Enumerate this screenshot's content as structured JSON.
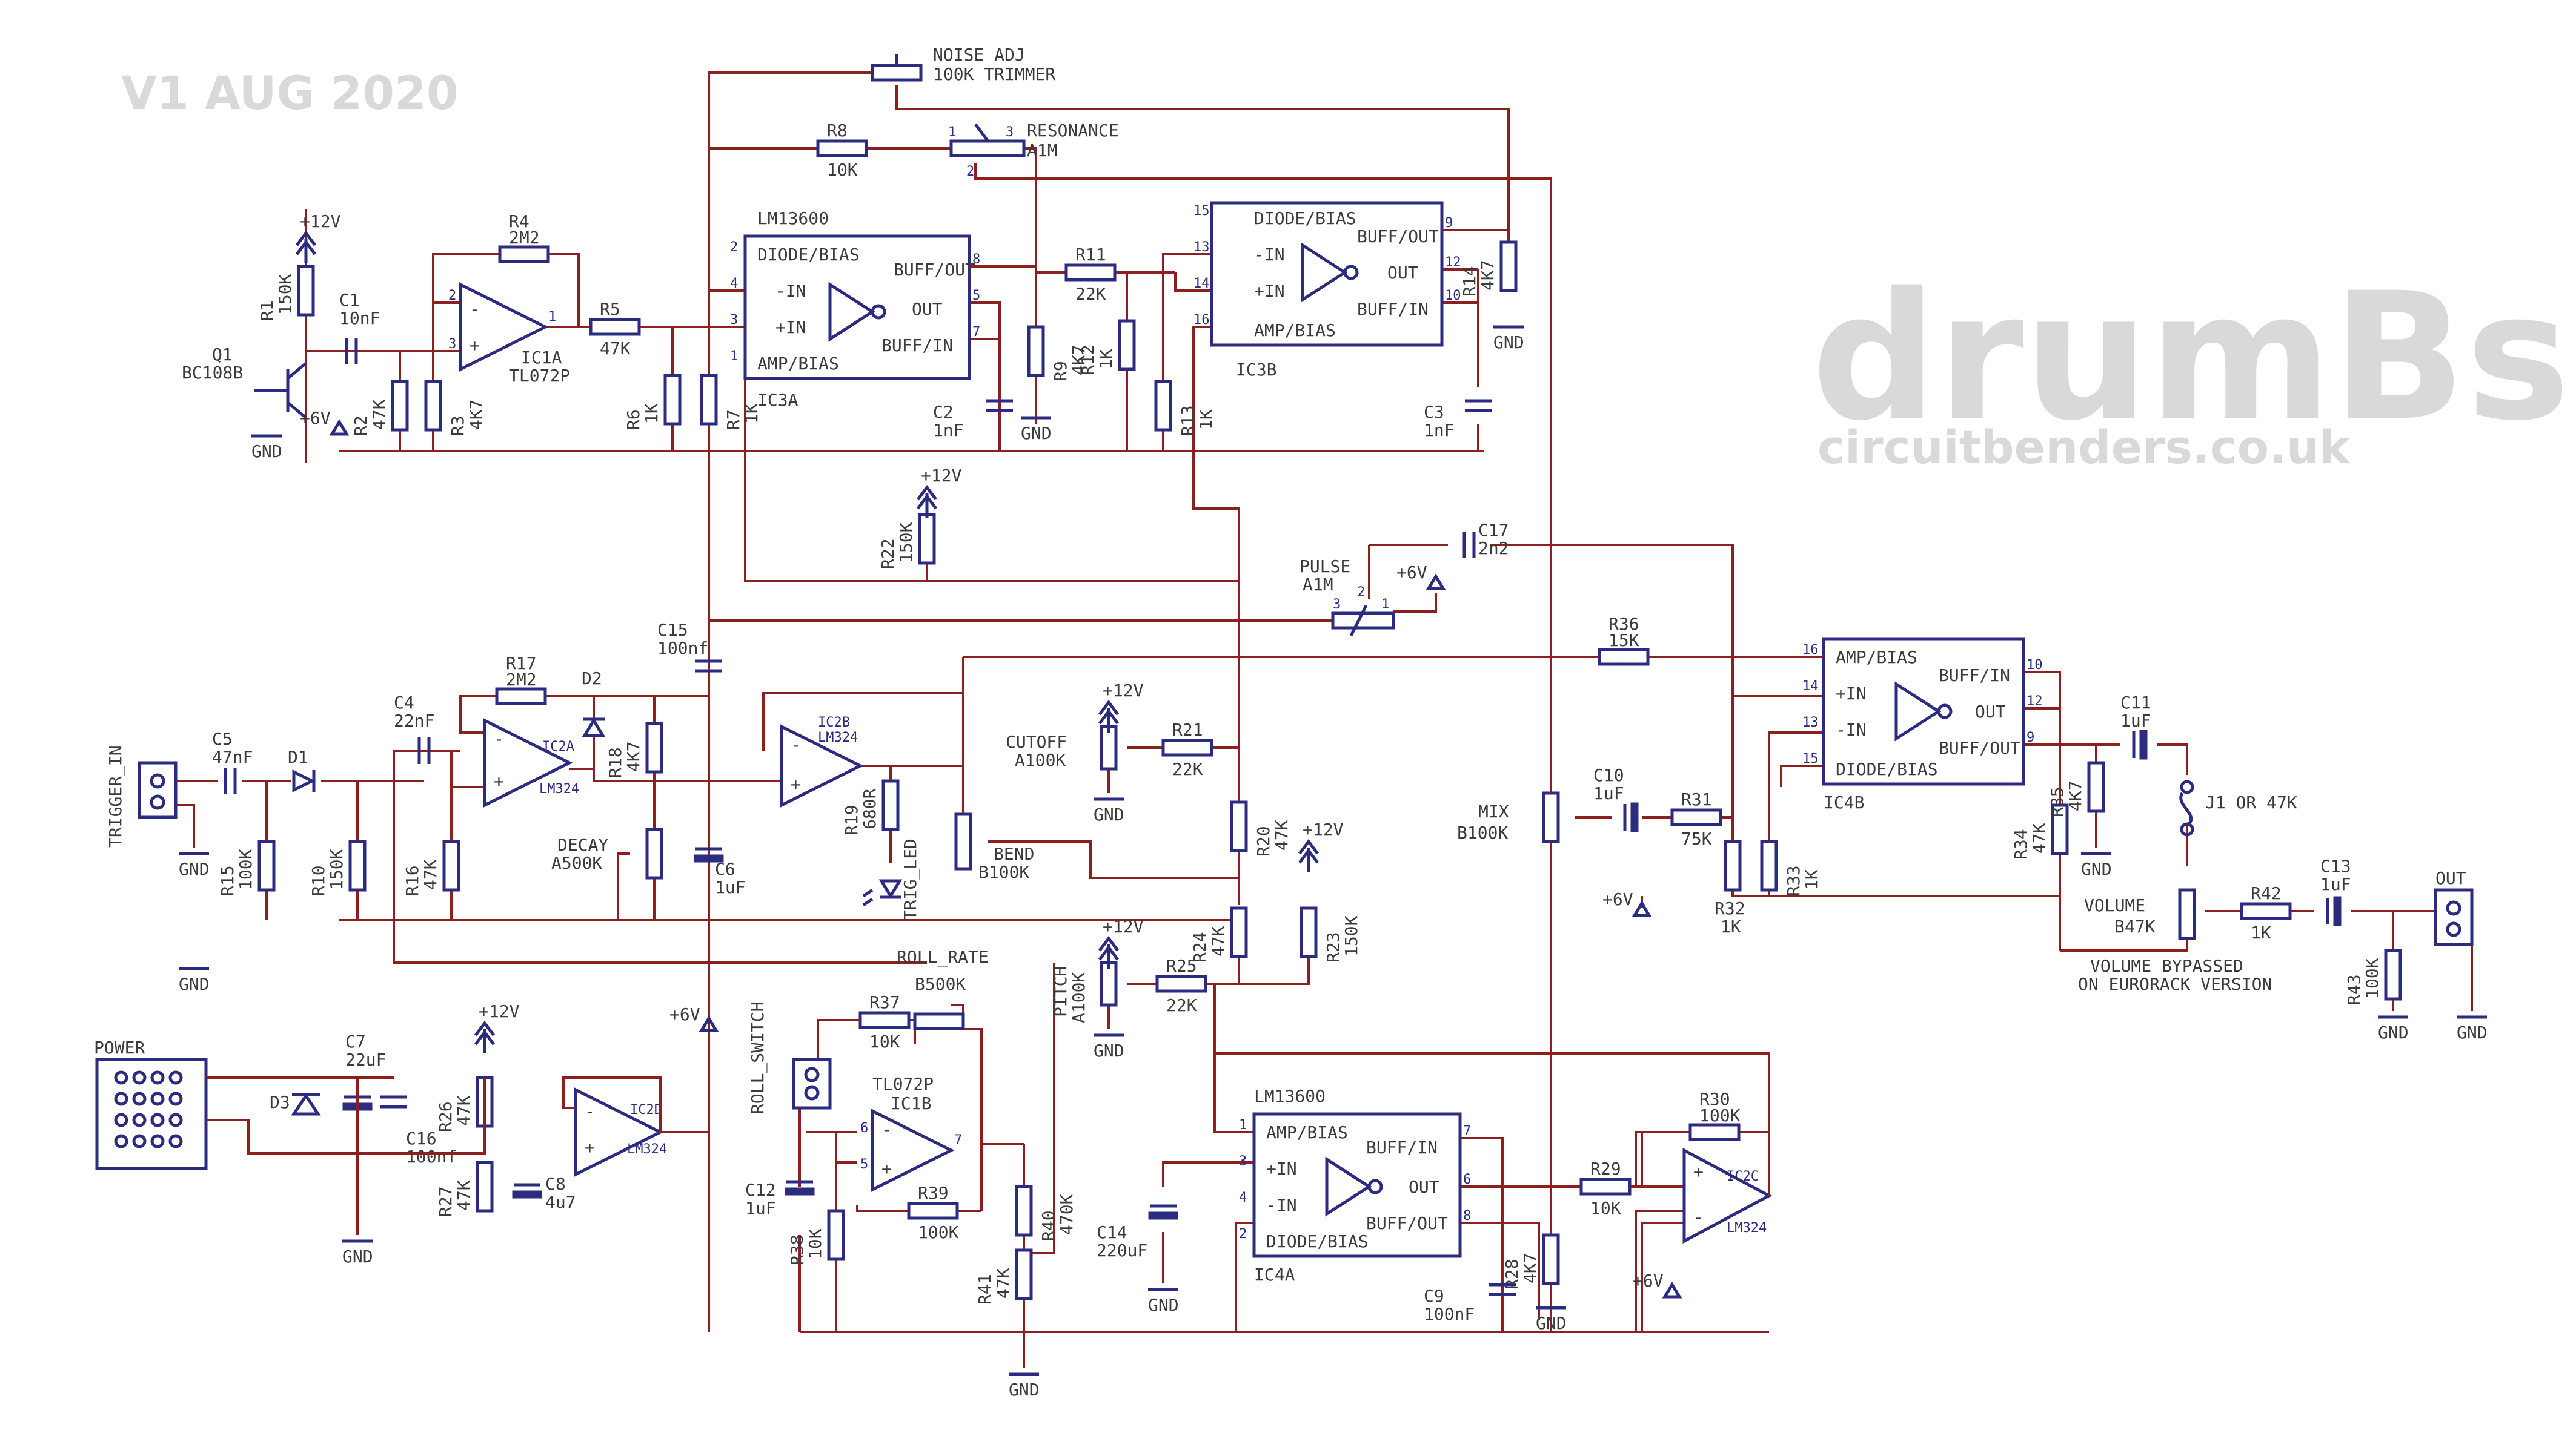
{
  "version_stamp": "V1 AUG 2020",
  "brand": {
    "name": "drumBs",
    "url": "circuitbenders.co.uk"
  },
  "colors": {
    "wire": "#8c2020",
    "part": "#2b2b80",
    "text": "#3b3b3b",
    "watermark": "#d9d9d9"
  },
  "supply": {
    "v12": "+12V",
    "v6": "+6V",
    "gnd": "GND"
  },
  "chips": {
    "ic3a": {
      "part": "LM13600",
      "ref": "IC3A",
      "pins": [
        "DIODE/BIAS",
        "BUFF/OUT",
        "-IN",
        "+IN",
        "OUT",
        "AMP/BIAS",
        "BUFF/IN"
      ]
    },
    "ic3b": {
      "ref": "IC3B",
      "pins": [
        "DIODE/BIAS",
        "BUFF/OUT",
        "-IN",
        "+IN",
        "OUT",
        "AMP/BIAS",
        "BUFF/IN"
      ]
    },
    "ic4b": {
      "ref": "IC4B",
      "pins": [
        "AMP/BIAS",
        "BUFF/IN",
        "+IN",
        "-IN",
        "OUT",
        "DIODE/BIAS",
        "BUFF/OUT"
      ]
    },
    "ic4a": {
      "part": "LM13600",
      "ref": "IC4A",
      "pins": [
        "AMP/BIAS",
        "BUFF/IN",
        "+IN",
        "-IN",
        "OUT",
        "DIODE/BIAS",
        "BUFF/OUT"
      ]
    }
  },
  "opamps": {
    "ic1a": {
      "ref": "IC1A",
      "part": "TL072P"
    },
    "ic1b": {
      "ref": "IC1B",
      "part": "TL072P"
    },
    "ic2a": {
      "ref": "IC2A",
      "part": "LM324"
    },
    "ic2b": {
      "ref": "IC2B",
      "part": "LM324"
    },
    "ic2c": {
      "ref": "IC2C",
      "part": "LM324"
    },
    "ic2d": {
      "ref": "IC2D",
      "part": "LM324"
    }
  },
  "controls": {
    "noise_adj": {
      "name": "NOISE ADJ",
      "value": "100K TRIMMER"
    },
    "resonance": {
      "name": "RESONANCE",
      "value": "A1M"
    },
    "pulse": {
      "name": "PULSE",
      "value": "A1M"
    },
    "cutoff": {
      "name": "CUTOFF",
      "value": "A100K"
    },
    "pitch": {
      "name": "PITCH",
      "value": "A100K"
    },
    "bend": {
      "name": "BEND",
      "value": "B100K"
    },
    "decay": {
      "name": "DECAY",
      "value": "A500K"
    },
    "mix": {
      "name": "MIX",
      "value": "B100K"
    },
    "volume": {
      "name": "VOLUME",
      "value": "B47K"
    },
    "roll_rate": {
      "name": "ROLL_RATE",
      "value": "B500K"
    }
  },
  "resistors": {
    "r1": [
      "R1",
      "150K"
    ],
    "r2": [
      "R2",
      "47K"
    ],
    "r3": [
      "R3",
      "4K7"
    ],
    "r4": [
      "R4",
      "2M2"
    ],
    "r5": [
      "R5",
      "47K"
    ],
    "r6": [
      "R6",
      "1K"
    ],
    "r7": [
      "R7",
      "1K"
    ],
    "r8": [
      "R8",
      "10K"
    ],
    "r9": [
      "R9",
      "4K7"
    ],
    "r10": [
      "R10",
      "150K"
    ],
    "r11": [
      "R11",
      "22K"
    ],
    "r12": [
      "R12",
      "1K"
    ],
    "r13": [
      "R13",
      "1K"
    ],
    "r14": [
      "R14",
      "4K7"
    ],
    "r15": [
      "R15",
      "100K"
    ],
    "r16": [
      "R16",
      "47K"
    ],
    "r17": [
      "R17",
      "2M2"
    ],
    "r18": [
      "R18",
      "4K7"
    ],
    "r19": [
      "R19",
      "680R"
    ],
    "r20": [
      "R20",
      "47K"
    ],
    "r21": [
      "R21",
      "22K"
    ],
    "r22": [
      "R22",
      "150K"
    ],
    "r23": [
      "R23",
      "150K"
    ],
    "r24": [
      "R24",
      "47K"
    ],
    "r25": [
      "R25",
      "22K"
    ],
    "r26": [
      "R26",
      "47K"
    ],
    "r27": [
      "R27",
      "47K"
    ],
    "r28": [
      "R28",
      "4K7"
    ],
    "r29": [
      "R29",
      "10K"
    ],
    "r30": [
      "R30",
      "100K"
    ],
    "r31": [
      "R31",
      "75K"
    ],
    "r32": [
      "R32",
      "1K"
    ],
    "r33": [
      "R33",
      "1K"
    ],
    "r34": [
      "R34",
      "47K"
    ],
    "r35": [
      "R35",
      "4K7"
    ],
    "r36": [
      "R36",
      "15K"
    ],
    "r37": [
      "R37",
      "10K"
    ],
    "r38": [
      "R38",
      "10K"
    ],
    "r39": [
      "R39",
      "100K"
    ],
    "r40": [
      "R40",
      "470K"
    ],
    "r41": [
      "R41",
      "47K"
    ],
    "r42": [
      "R42",
      "1K"
    ],
    "r43": [
      "R43",
      "100K"
    ]
  },
  "capacitors": {
    "c1": [
      "C1",
      "10nF"
    ],
    "c2": [
      "C2",
      "1nF"
    ],
    "c3": [
      "C3",
      "1nF"
    ],
    "c4": [
      "C4",
      "22nF"
    ],
    "c5": [
      "C5",
      "47nF"
    ],
    "c6": [
      "C6",
      "1uF"
    ],
    "c7": [
      "C7",
      "22uF"
    ],
    "c8": [
      "C8",
      "4u7"
    ],
    "c9": [
      "C9",
      "100nF"
    ],
    "c10": [
      "C10",
      "1uF"
    ],
    "c11": [
      "C11",
      "1uF"
    ],
    "c12": [
      "C12",
      "1uF"
    ],
    "c13": [
      "C13",
      "1uF"
    ],
    "c14": [
      "C14",
      "220uF"
    ],
    "c15": [
      "C15",
      "100nf"
    ],
    "c16": [
      "C16",
      "100nf"
    ],
    "c17": [
      "C17",
      "2n2"
    ]
  },
  "semis": {
    "q1": [
      "Q1",
      "BC108B"
    ],
    "d1": "D1",
    "d2": "D2",
    "d3": "D3",
    "led": "TRIG_LED"
  },
  "connectors": {
    "trigger_in": "TRIGGER_IN",
    "power": "POWER",
    "roll_switch": "ROLL_SWITCH",
    "out": "OUT",
    "j1": "J1 OR 47K"
  },
  "notes": {
    "volume_bypass": [
      "VOLUME BYPASSED",
      "ON EURORACK VERSION"
    ]
  }
}
